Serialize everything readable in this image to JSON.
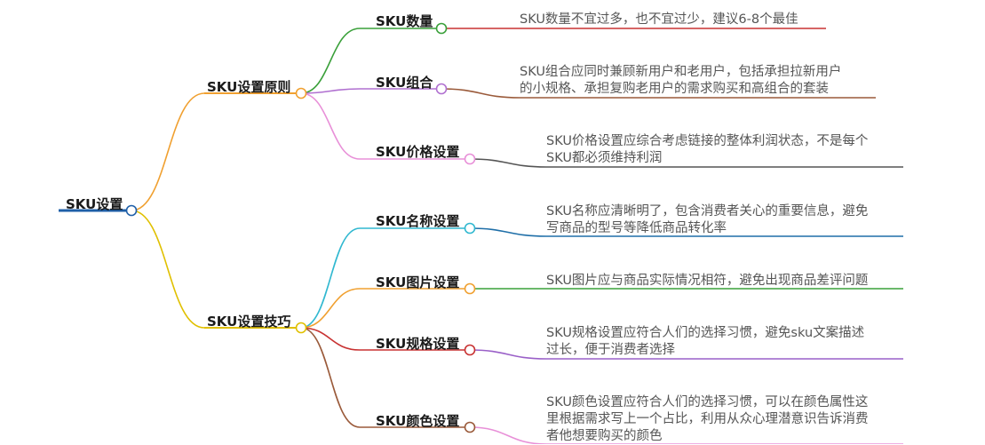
{
  "root": {
    "label": "SKU设置",
    "color": "#1f5fa8"
  },
  "branches": [
    {
      "label": "SKU设置原则",
      "color": "#f0a030",
      "children": [
        {
          "label": "SKU数量",
          "color": "#3aa03a",
          "lines": [
            "SKU数量不宜过多，也不宜过少，建议6-8个最佳"
          ],
          "underline_color": "#c83232"
        },
        {
          "label": "SKU组合",
          "color": "#b070d0",
          "lines": [
            "SKU组合应同时兼顾新用户和老用户，包括承担拉新用户",
            "的小规格、承担复购老用户的需求购买和高组合的套装"
          ],
          "underline_color": "#9a5a3a"
        },
        {
          "label": "SKU价格设置",
          "color": "#e890d8",
          "lines": [
            "SKU价格设置应综合考虑链接的整体利润状态，不是每个",
            "SKU都必须维持利润"
          ],
          "underline_color": "#555555"
        }
      ]
    },
    {
      "label": "SKU设置技巧",
      "color": "#e0c000",
      "children": [
        {
          "label": "SKU名称设置",
          "color": "#30b8d0",
          "lines": [
            "SKU名称应清晰明了，包含消费者关心的重要信息，避免",
            "写商品的型号等降低商品转化率"
          ],
          "underline_color": "#1f6fa8"
        },
        {
          "label": "SKU图片设置",
          "color": "#f0a030",
          "lines": [
            "SKU图片应与商品实际情况相符，避免出现商品差评问题"
          ],
          "underline_color": "#3aa03a"
        },
        {
          "label": "SKU规格设置",
          "color": "#c83232",
          "lines": [
            "SKU规格设置应符合人们的选择习惯，避免sku文案描述",
            "过长，便于消费者选择"
          ],
          "underline_color": "#9a60c8"
        },
        {
          "label": "SKU颜色设置",
          "color": "#9a5a3a",
          "lines": [
            "SKU颜色设置应符合人们的选择习惯，可以在颜色属性这",
            "里根据需求写上一个占比，利用从众心理潜意识告诉消费",
            "者他想要购买的颜色"
          ],
          "underline_color": "#e890d8"
        }
      ]
    }
  ]
}
